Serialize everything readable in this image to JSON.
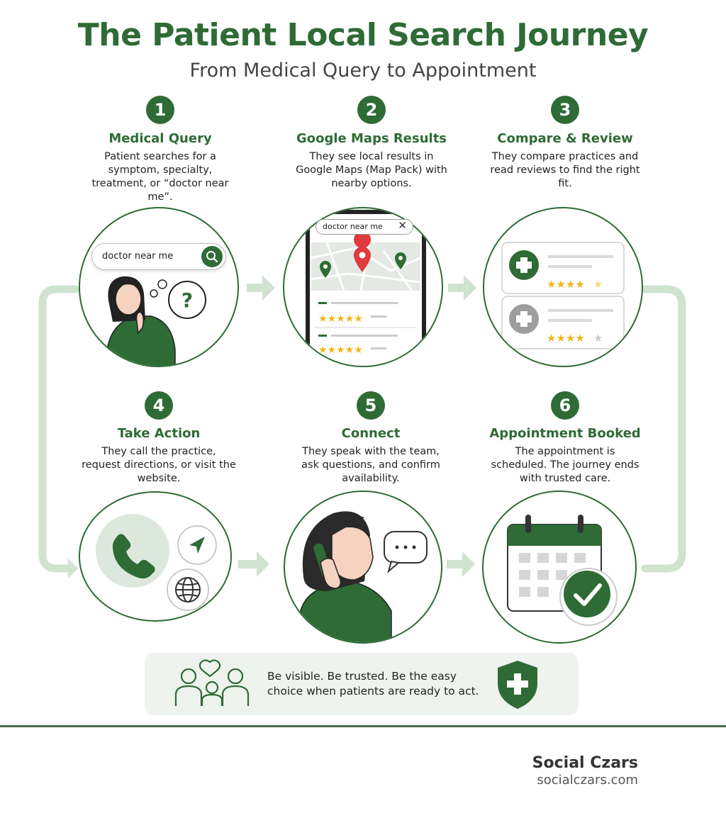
{
  "header": {
    "title": "The Patient Local Search Journey",
    "subtitle": "From Medical Query to Appointment"
  },
  "steps": [
    {
      "number": "1",
      "title": "Medical Query",
      "description": "Patient searches for a symptom, specialty, treatment, or “doctor near me”.",
      "search_text": "doctor near me"
    },
    {
      "number": "2",
      "title": "Google Maps Results",
      "description": "They see local results in Google Maps (Map Pack) with nearby options.",
      "search_text": "doctor near me"
    },
    {
      "number": "3",
      "title": "Compare & Review",
      "description": "They compare practices and read reviews to find the right fit."
    },
    {
      "number": "4",
      "title": "Take Action",
      "description": "They call the practice, request directions, or visit the website."
    },
    {
      "number": "5",
      "title": "Connect",
      "description": "They speak with the team, ask questions, and confirm availability."
    },
    {
      "number": "6",
      "title": "Appointment Booked",
      "description": "The appointment is scheduled. The journey ends with trusted care."
    }
  ],
  "banner": {
    "text": "Be visible. Be trusted. Be the easy choice when patients are ready to act.",
    "icons": [
      "people-heart-icon",
      "shield-cross-icon"
    ]
  },
  "footer": {
    "brand": "Social Czars",
    "url": "socialczars.com"
  },
  "colors": {
    "primary_green": "#2e6b35",
    "light_green": "#cfe3cf",
    "star_gold": "#f2b619",
    "pin_red": "#e0393e"
  }
}
